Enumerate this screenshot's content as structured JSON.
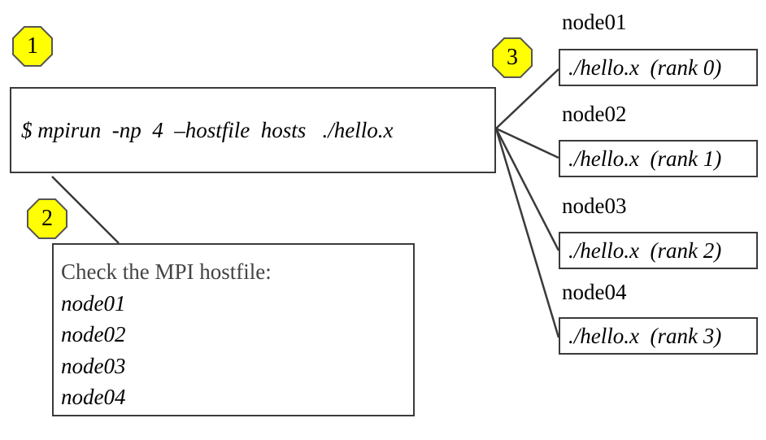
{
  "steps": {
    "step1": "1",
    "step2": "2",
    "step3": "3"
  },
  "command": {
    "text": "$ mpirun  -np  4  –hostfile  hosts   ./hello.x"
  },
  "hostfile": {
    "heading": "Check the MPI hostfile:",
    "entries": [
      "node01",
      "node02",
      "node03",
      "node04"
    ]
  },
  "nodes": [
    {
      "name": "node01",
      "process": "./hello.x  (rank 0)"
    },
    {
      "name": "node02",
      "process": "./hello.x  (rank 1)"
    },
    {
      "name": "node03",
      "process": "./hello.x  (rank 2)"
    },
    {
      "name": "node04",
      "process": "./hello.x  (rank 3)"
    }
  ],
  "colors": {
    "badge_fill": "#ffff00",
    "line": "#3a3a3a"
  }
}
